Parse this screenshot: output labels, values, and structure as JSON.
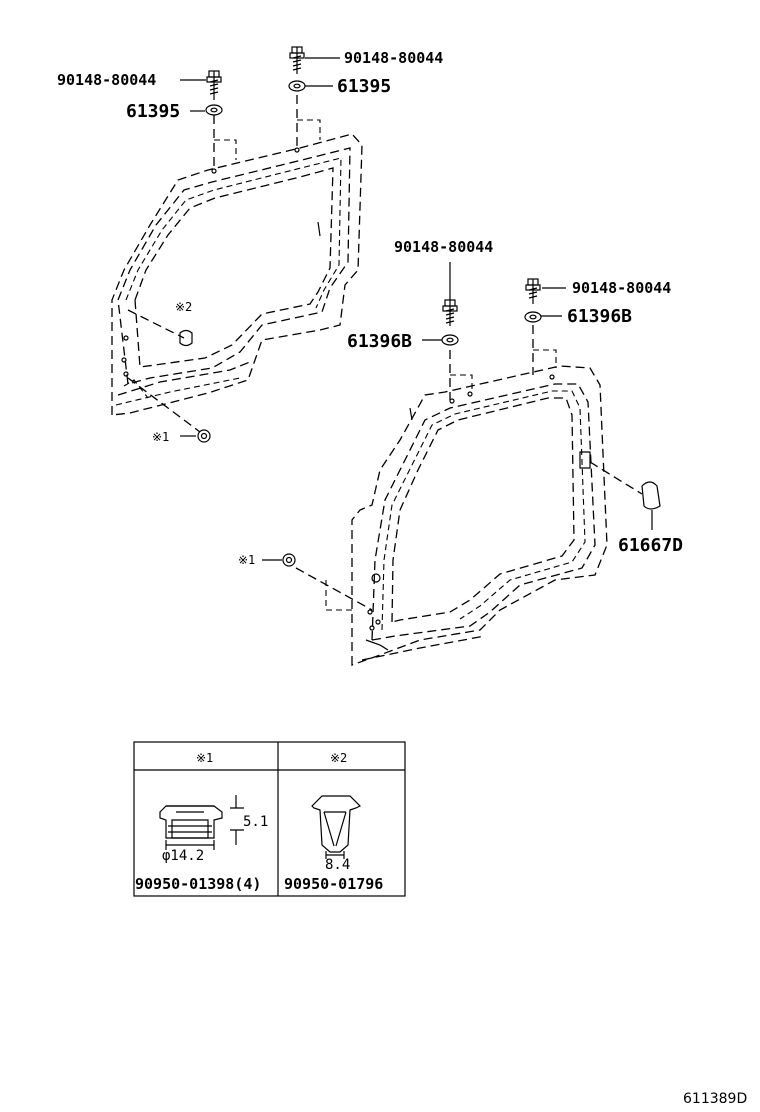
{
  "callouts": {
    "bolt_top_center": "90148-80044",
    "bolt_top_left": "90148-80044",
    "washer_top_left": "61395",
    "washer_top_center": "61395",
    "bolt_mid_center": "90148-80044",
    "bolt_mid_right": "90148-80044",
    "washer_mid_right": "61396B",
    "washer_mid_center": "61396B",
    "plug_right": "61667D",
    "mark_clip2_left": "※2",
    "mark_clip1_left": "※1",
    "mark_clip1_right": "※1"
  },
  "table": {
    "col1_header": "※1",
    "col2_header": "※2",
    "col1_dim_height": "5.1",
    "col1_dim_diameter": "φ14.2",
    "col2_dim_width": "8.4",
    "col1_part": "90950-01398(4)",
    "col2_part": "90950-01796"
  },
  "reference_code": "611389D",
  "colors": {
    "line": "#000000",
    "background": "#ffffff"
  }
}
